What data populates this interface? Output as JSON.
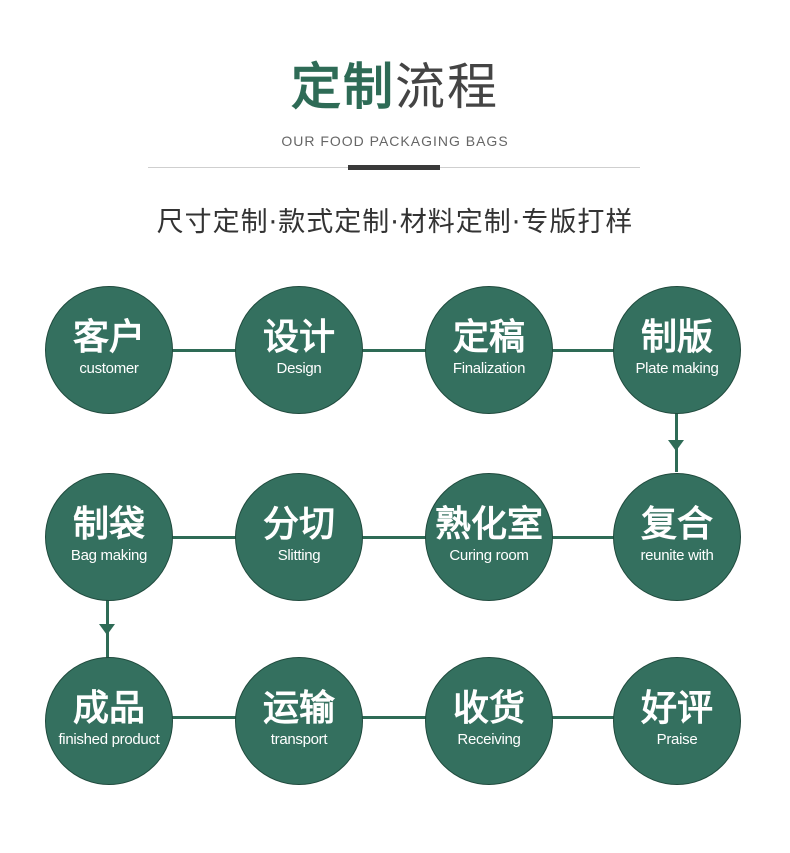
{
  "header": {
    "title_bold": "定制",
    "title_light": "流程",
    "subtitle": "OUR FOOD PACKAGING BAGS",
    "tagline": "尺寸定制·款式定制·材料定制·专版打样"
  },
  "steps": [
    {
      "zh": "客户",
      "en": "customer"
    },
    {
      "zh": "设计",
      "en": "Design"
    },
    {
      "zh": "定稿",
      "en": "Finalization"
    },
    {
      "zh": "制版",
      "en": "Plate making"
    },
    {
      "zh": "复合",
      "en": "reunite with"
    },
    {
      "zh": "熟化室",
      "en": "Curing room"
    },
    {
      "zh": "分切",
      "en": "Slitting"
    },
    {
      "zh": "制袋",
      "en": "Bag making"
    },
    {
      "zh": "成品",
      "en": "finished product"
    },
    {
      "zh": "运输",
      "en": "transport"
    },
    {
      "zh": "收货",
      "en": "Receiving"
    },
    {
      "zh": "好评",
      "en": "Praise"
    }
  ],
  "colors": {
    "accent": "#2e6b56",
    "node_fill": "#34705f"
  }
}
